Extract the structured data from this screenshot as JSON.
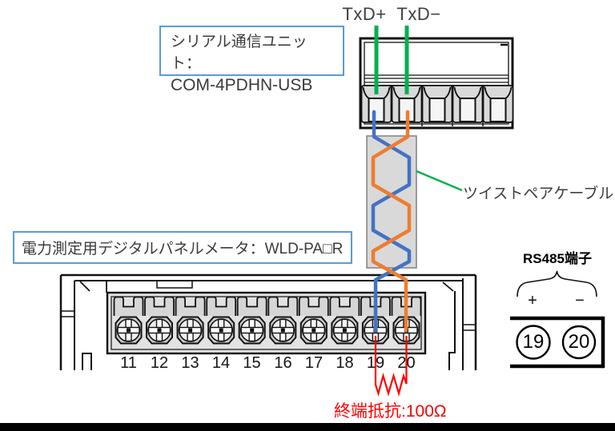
{
  "top_labels": {
    "txd_plus": "TxD+",
    "txd_minus": "TxD−"
  },
  "serial_unit_box": {
    "line1": "シリアル通信ユニット：",
    "line2": "COM-4PDHN-USB"
  },
  "panel_meter_box": {
    "label": "電力測定用デジタルパネルメータ：WLD-PA□R"
  },
  "cable_label": "ツイストペアケーブル",
  "rs485": {
    "title": "RS485端子",
    "plus": "+",
    "minus": "−",
    "circles": [
      "19",
      "20"
    ]
  },
  "terminator": {
    "label": "終端抵抗:100Ω"
  },
  "terminal_numbers": [
    "11",
    "12",
    "13",
    "14",
    "15",
    "16",
    "17",
    "18",
    "19",
    "20"
  ],
  "colors": {
    "green": "#00B050",
    "blue": "#4472C4",
    "orange": "#ED7D31",
    "red": "#FF0000",
    "box_border": "#5B9BD5",
    "cable_fill": "#D9D9D9",
    "cable_stroke": "#808080"
  }
}
